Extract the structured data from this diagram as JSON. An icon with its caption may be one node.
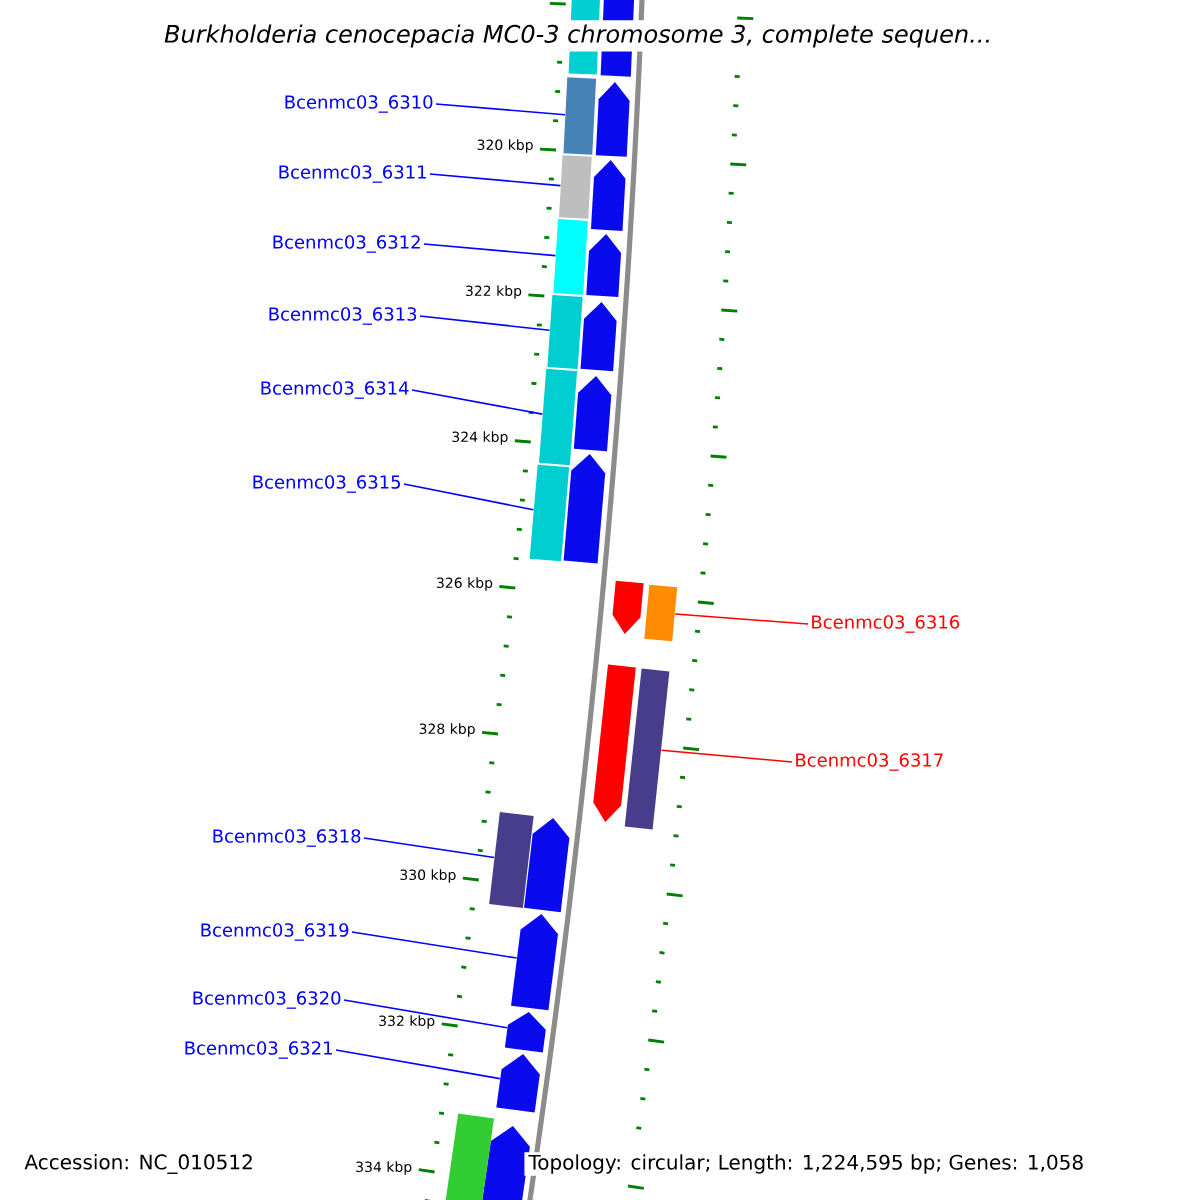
{
  "diagram": {
    "title": "Burkholderia cenocepacia MC0-3 chromosome 3, complete sequen...",
    "nodes": [
      {
        "text": [
          "Bcenmc03_6310"
        ]
      },
      {
        "text": [
          "Bcenmc03_6311"
        ]
      },
      {
        "text": [
          "Bcenmc03_6312"
        ]
      },
      {
        "text": [
          "Bcenmc03_6313"
        ]
      },
      {
        "text": [
          "Bcenmc03_6314"
        ]
      },
      {
        "text": [
          "Bcenmc03_6315"
        ]
      },
      {
        "text": [
          "Bcenmc03_6316"
        ]
      },
      {
        "text": [
          "Bcenmc03_6317"
        ]
      },
      {
        "text": [
          "Bcenmc03_6318"
        ]
      },
      {
        "text": [
          "Bcenmc03_6319"
        ]
      },
      {
        "text": [
          "Bcenmc03_6320"
        ]
      },
      {
        "text": [
          "Bcenmc03_6321"
        ]
      },
      {
        "text": [],
        "shape": "bar"
      },
      {
        "text": [],
        "shape": "bar"
      },
      {
        "text": [],
        "shape": "bar"
      },
      {
        "text": [],
        "shape": "bar"
      },
      {
        "text": [],
        "shape": "bar"
      },
      {
        "text": [],
        "shape": "bar"
      },
      {
        "text": [],
        "shape": "bar"
      },
      {
        "text": [],
        "shape": "bar"
      },
      {
        "text": [],
        "shape": "bar"
      },
      {
        "text": [],
        "shape": "arrow"
      },
      {
        "text": [],
        "shape": "arrow"
      },
      {
        "text": [],
        "shape": "arrow"
      },
      {
        "text": [],
        "shape": "arrow"
      },
      {
        "text": [],
        "shape": "arrow"
      },
      {
        "text": [],
        "shape": "arrow"
      },
      {
        "text": [],
        "shape": "arrow"
      },
      {
        "text": [],
        "shape": "arrow"
      },
      {
        "text": [],
        "shape": "arrow"
      },
      {
        "text": [],
        "shape": "arrow"
      },
      {
        "text": [],
        "shape": "arrow"
      },
      {
        "text": [],
        "shape": "arrow"
      },
      {
        "text": [],
        "shape": "arrow"
      },
      {
        "text": [],
        "shape": "arrow"
      },
      {
        "text": [],
        "shape": "bar"
      },
      {
        "text": [],
        "shape": "bar"
      }
    ],
    "edges": [
      {
        "from": 0,
        "to": 12,
        "arrow": "none"
      },
      {
        "from": 1,
        "to": 13,
        "arrow": "none"
      },
      {
        "from": 2,
        "to": 14,
        "arrow": "none"
      },
      {
        "from": 3,
        "to": 15,
        "arrow": "none"
      },
      {
        "from": 4,
        "to": 16,
        "arrow": "none"
      },
      {
        "from": 5,
        "to": 17,
        "arrow": "none"
      },
      {
        "from": 6,
        "to": 18,
        "arrow": "none",
        "color": "#ff0000"
      },
      {
        "from": 7,
        "to": 19,
        "arrow": "none",
        "color": "#ff0000"
      },
      {
        "from": 8,
        "to": 20,
        "arrow": "none"
      },
      {
        "from": 9,
        "to": 21,
        "arrow": "none"
      },
      {
        "from": 10,
        "to": 22,
        "arrow": "none"
      },
      {
        "from": 11,
        "to": 23,
        "arrow": "none"
      }
    ],
    "labels": [
      "320 kbp",
      "322 kbp",
      "324 kbp",
      "326 kbp",
      "328 kbp",
      "330 kbp",
      "332 kbp",
      "Accession: NC_010512",
      "334 kbp",
      "Topology: circular; Length: 1,224,595 bp; Genes: 1,058"
    ]
  }
}
